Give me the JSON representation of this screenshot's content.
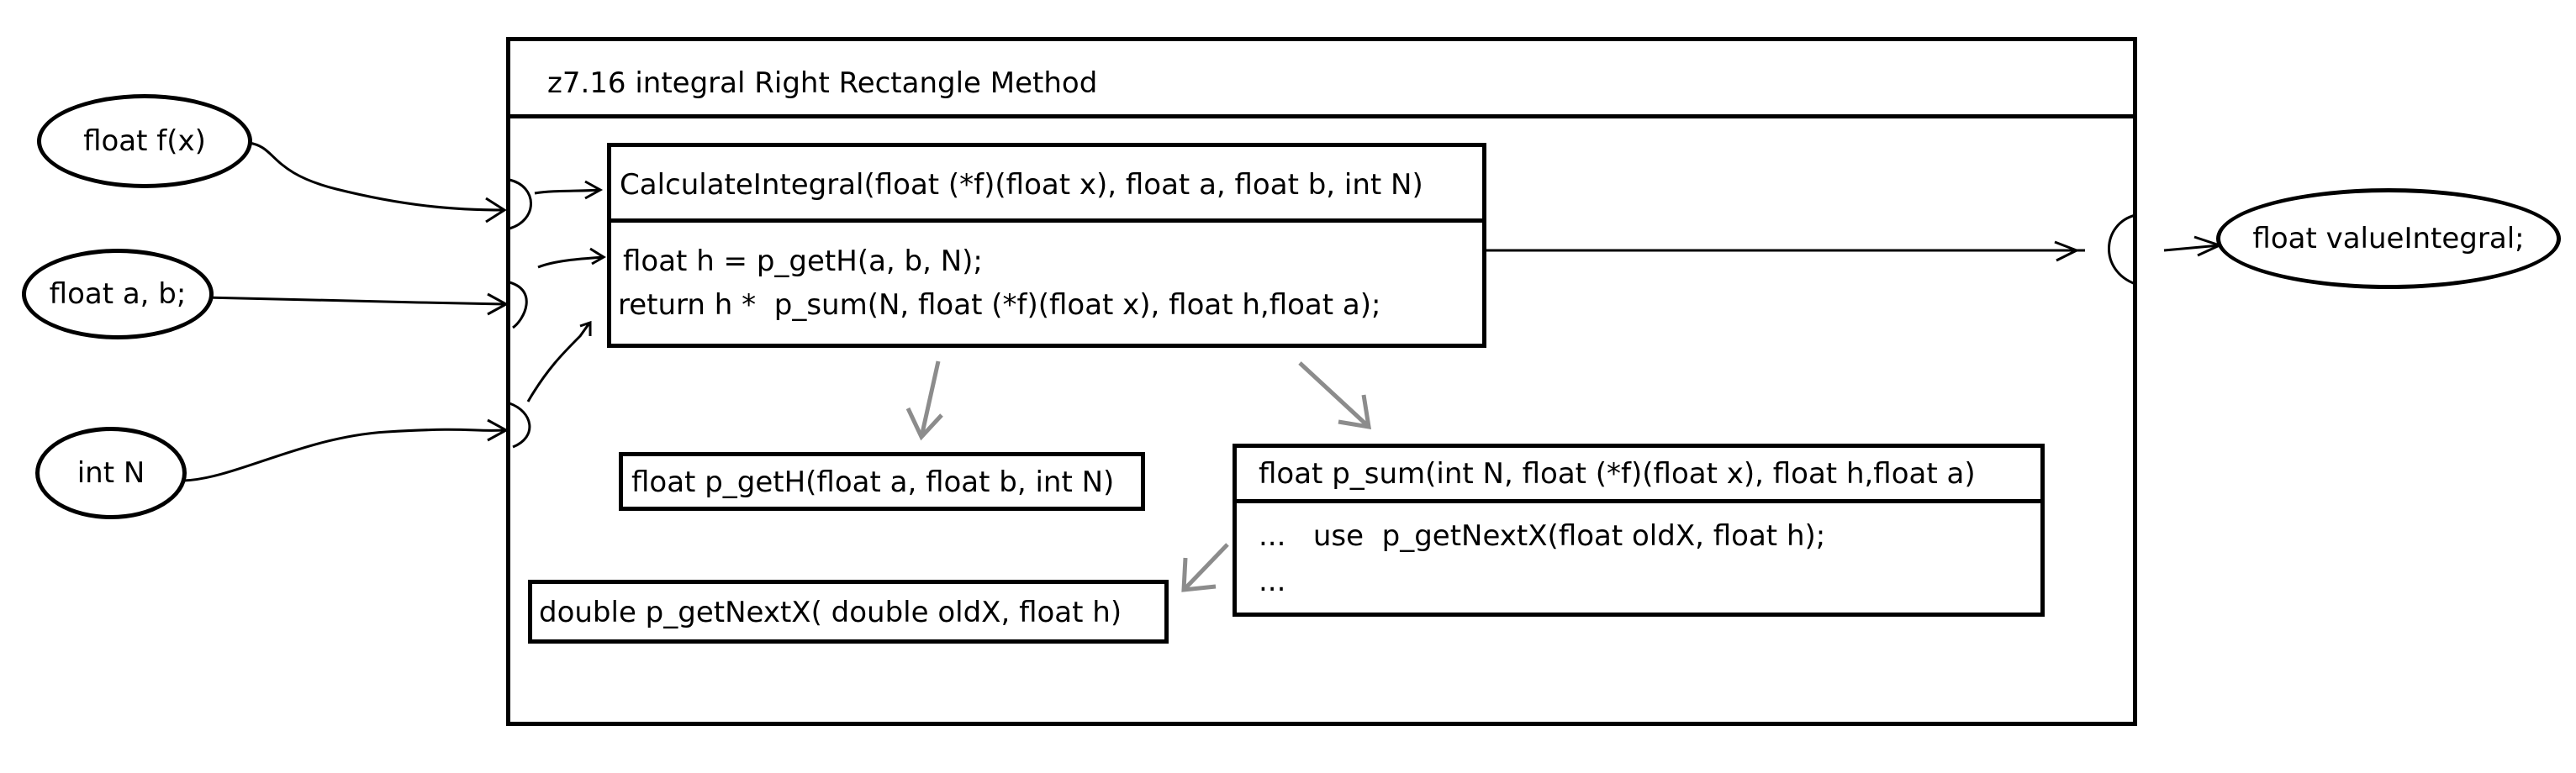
{
  "inputs": {
    "f": "float f(x)",
    "ab": "float a, b;",
    "n": "int N"
  },
  "output": "float valueIntegral;",
  "frame_title": "z7.16 integral Right Rectangle Method",
  "main_func": {
    "signature": "CalculateIntegral(float (*f)(float x), float a, float b, int N)",
    "body": [
      "float h = p_getH(a, b, N);",
      "return h *  p_sum(N, float (*f)(float x), float h,float a);"
    ]
  },
  "get_h": "float p_getH(float a, float b, int N)",
  "p_sum": {
    "signature": "float p_sum(int N, float (*f)(float x), float h,float a)",
    "body": [
      "...   use  p_getNextX(float oldX, float h);",
      "..."
    ]
  },
  "next_x": "double p_getNextX( double  oldX, float h)",
  "colors": {
    "ink": "#000000",
    "arrow_gray": "#8c8c8c"
  }
}
